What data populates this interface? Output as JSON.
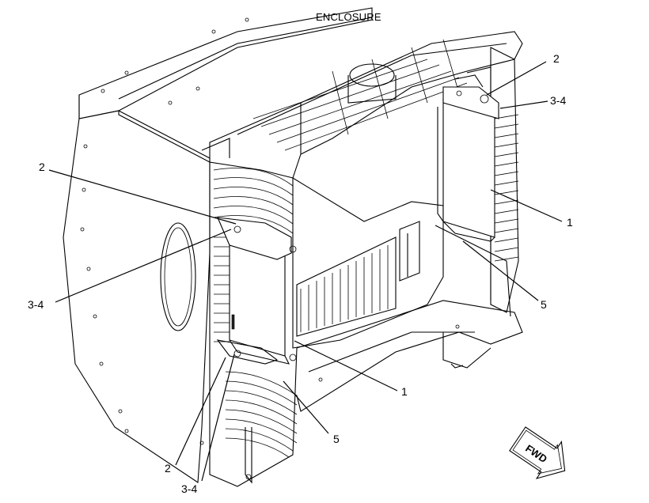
{
  "title": "ENCLOSURE",
  "callouts": {
    "left_upper_2": "2",
    "left_3_4": "3-4",
    "bottom_2": "2",
    "bottom_3_4": "3-4",
    "center_1": "1",
    "center_5": "5",
    "right_2": "2",
    "right_3_4": "3-4",
    "right_1": "1",
    "right_5": "5"
  },
  "fwd_label": "FWD"
}
